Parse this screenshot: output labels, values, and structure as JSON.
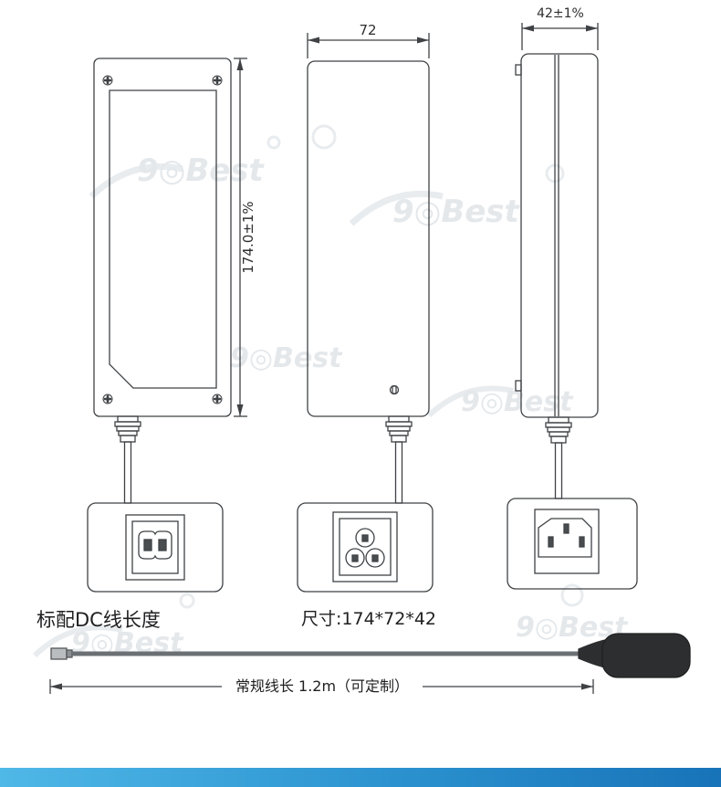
{
  "views": {
    "front": {
      "dim_height": "174.0±1%"
    },
    "side": {
      "dim_width": "72"
    },
    "edge": {
      "dim_width": "42±1%"
    }
  },
  "captions": {
    "dc_cable_title": "标配DC线长度",
    "size": "尺寸:174*72*42"
  },
  "cable": {
    "length_label": "常规线长 1.2m（可定制）"
  },
  "watermark": {
    "text": "9◎Best"
  },
  "colors": {
    "line": "#3f4245",
    "watermark": "#e4e8eb",
    "plug": "#2c2e30",
    "footer_bar_left": "#4fb8e7",
    "footer_bar_right": "#1873b8"
  }
}
